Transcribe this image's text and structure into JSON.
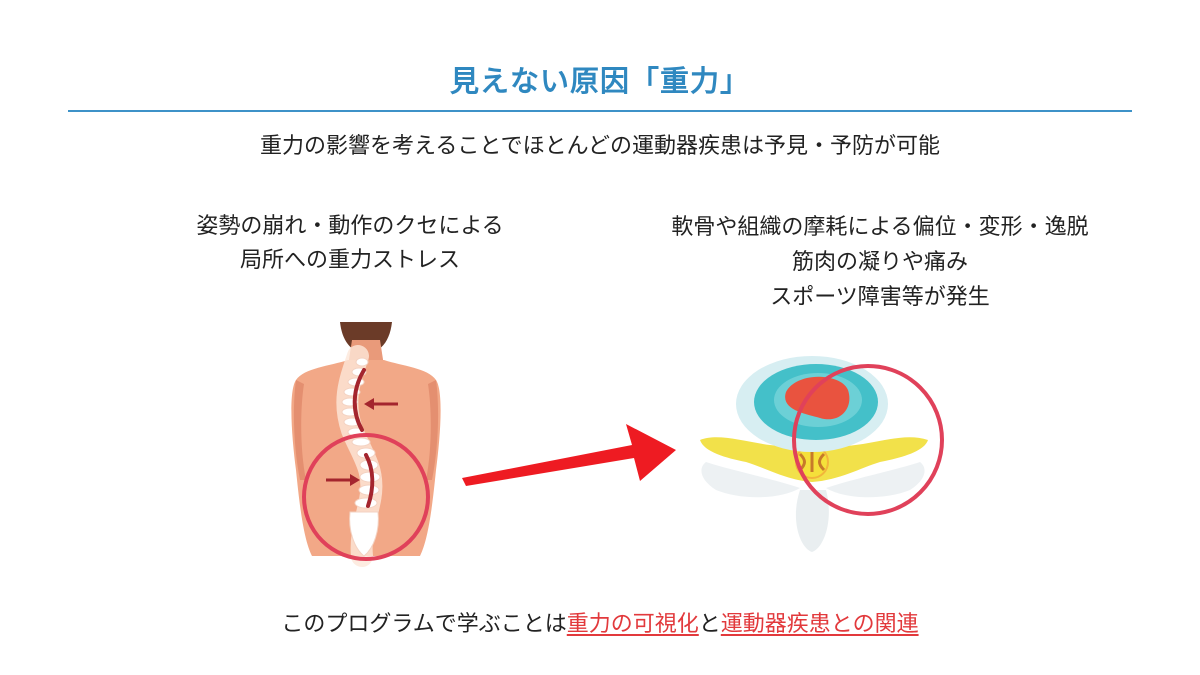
{
  "title": "見えない原因「重力」",
  "subtitle": "重力の影響を考えることでほとんどの運動器疾患は予見・予防が可能",
  "left_caption": {
    "line1": "姿勢の崩れ・動作のクセによる",
    "line2": "局所への重力ストレス"
  },
  "right_caption": {
    "line1": "軟骨や組織の摩耗による偏位・変形・逸脱",
    "line2": "筋肉の凝りや痛み",
    "line3": "スポーツ障害等が発生"
  },
  "bottom": {
    "prefix": "このプログラムで学ぶことは",
    "highlight1": "重力の可視化",
    "connector": "と",
    "highlight2": "運動器疾患との関連"
  },
  "colors": {
    "title": "#2f88c0",
    "rule": "#3d92c8",
    "highlight": "#e2393c",
    "arrow": "#ee1b22",
    "circle": "#e0415a",
    "skin": "#f2a887",
    "hair": "#6b3b28",
    "disc_outer": "#c6e6ec",
    "disc_inner": "#44c0c9",
    "nucleus": "#e9533f",
    "nerve": "#f2e14a"
  },
  "icons": {
    "back": "human-back-with-curved-spine-icon",
    "disc": "herniated-disc-cross-section-icon",
    "arrow": "red-arrow-icon"
  }
}
